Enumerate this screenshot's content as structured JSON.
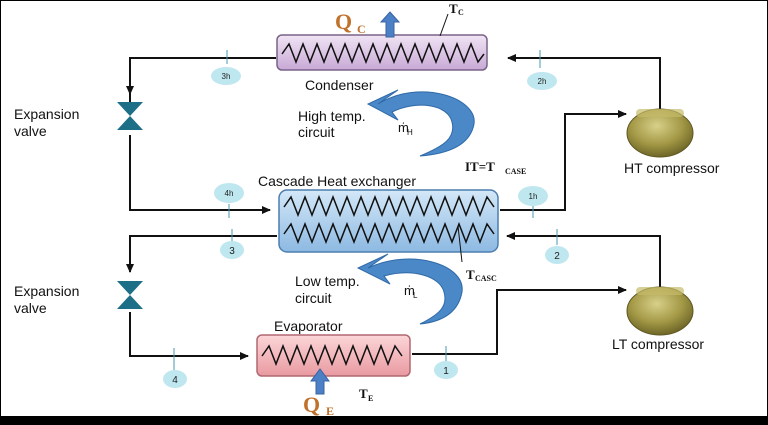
{
  "labels": {
    "q_c": "Q",
    "q_c_sub": "C",
    "t_c": "T",
    "t_c_sub": "C",
    "condenser": "Condenser",
    "expansion_valve_top_1": "Expansion",
    "expansion_valve_top_2": "valve",
    "high_temp_1": "High temp.",
    "high_temp_2": "circuit",
    "m_h": "ṁ",
    "m_h_sub": "H",
    "cascade_hx": "Cascade Heat exchanger",
    "it_eq": "IT=T",
    "it_eq_sub": "CASE",
    "ht_compressor": "HT compressor",
    "t_casc": "T",
    "t_casc_sub": "CASC",
    "expansion_valve_bot_1": "Expansion",
    "expansion_valve_bot_2": "valve",
    "low_temp_1": "Low temp.",
    "low_temp_2": "circuit",
    "m_l": "ṁ",
    "m_l_sub": "L",
    "evaporator": "Evaporator",
    "lt_compressor": "LT compressor",
    "q_e": "Q",
    "q_e_sub": "E",
    "t_e": "T",
    "t_e_sub": "E"
  },
  "state_points": {
    "p3h": "3h",
    "p2h": "2h",
    "p4h": "4h",
    "p1h": "1h",
    "p3": "3",
    "p2": "2",
    "p4": "4",
    "p1": "1"
  },
  "colors": {
    "background": "#ffffff",
    "frame": "#000000",
    "pipe": "#111111",
    "condenser_fill": "#ddc6e6",
    "cascade_fill": "#a9cdee",
    "evaporator_fill": "#f3b3b8",
    "circuit_arrow": "#4b88c8",
    "heat_arrow": "#4b7fc6",
    "heat_label": "#c0712b",
    "valve": "#1c6f86",
    "compressor": "#a59a4c",
    "state_bubble": "#bfe7f0"
  }
}
